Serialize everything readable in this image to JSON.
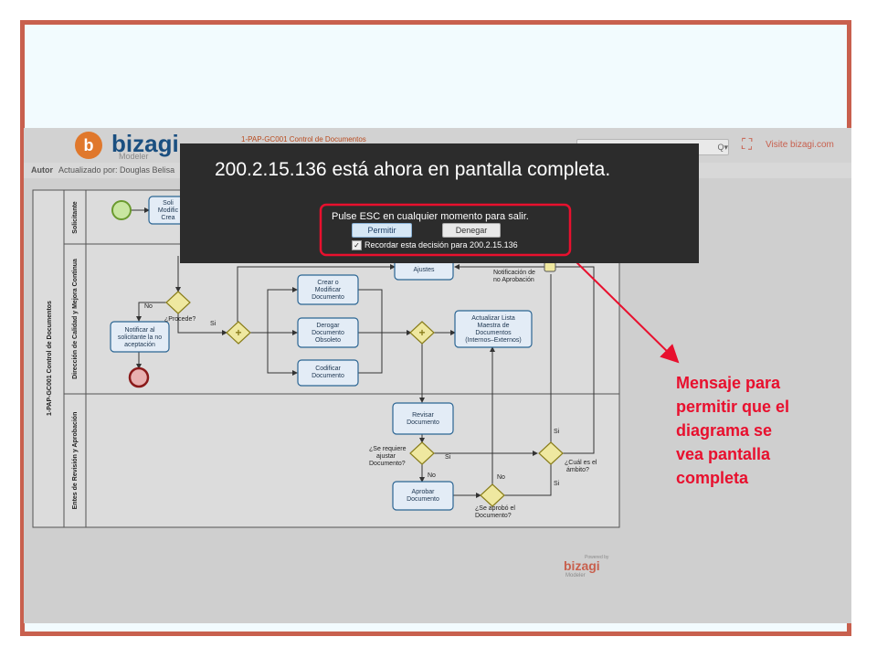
{
  "browser": {
    "logo": {
      "name": "bizagi",
      "subtitle": "Modeler"
    },
    "tab_title": "1-PAP-GC001 Control de Documentos",
    "search_text": "Q▾",
    "visit_link": "Visite bizagi.com",
    "info_label": "Autor",
    "info_text": "Actualizado por: Douglas Belisa"
  },
  "fullscreen_dialog": {
    "title": "200.2.15.136 está ahora en pantalla completa.",
    "message": "Pulse ESC en cualquier momento para salir.",
    "allow_button": "Permitir",
    "deny_button": "Denegar",
    "remember_checked": true,
    "remember_label": "Recordar esta decisión para 200.2.15.136"
  },
  "diagram": {
    "pool_title": "1-PAP-GC001 Control de Documentos",
    "lanes": [
      "Solicitante",
      "Dirección de Calidad y Mejora Continua",
      "Entes de Revisión y Aprobación"
    ],
    "tasks": {
      "solicitar": [
        "Soli",
        "Modific",
        "Crea"
      ],
      "ajustes": [
        "Ajustes"
      ],
      "crear": [
        "Crear o",
        "Modificar",
        "Documento"
      ],
      "derogar": [
        "Derogar",
        "Documento",
        "Obsoleto"
      ],
      "codificar": [
        "Codificar",
        "Documento"
      ],
      "notificar": [
        "Notificar al",
        "solicitante la no",
        "aceptación"
      ],
      "actualizar": [
        "Actualizar Lista",
        "Maestra de",
        "Documentos",
        "(Internos–Externos)"
      ],
      "revisar": [
        "Revisar",
        "Documento"
      ],
      "aprobar": [
        "Aprobar",
        "Documento"
      ]
    },
    "labels": {
      "procede": "¿Procede?",
      "no": "No",
      "si": "Si",
      "requiere": [
        "¿Se requiere",
        "ajustar",
        "Documento?"
      ],
      "aprobo": [
        "¿Se aprobó el",
        "Documento?"
      ],
      "ambito": [
        "¿Cuál es el",
        "ámbito?"
      ],
      "notif_no": [
        "Notificación de",
        "no Aprobación"
      ]
    },
    "footer_logo": {
      "powered": "Powered by",
      "name": "bizagi",
      "sub": "Modeler"
    }
  },
  "annotation": {
    "text": [
      "Mensaje para",
      "permitir que el",
      "diagrama se",
      "vea pantalla",
      "completa"
    ],
    "color": "#e8102e"
  },
  "colors": {
    "frame": "#c8604e",
    "dialog_bg": "#2c2c2c",
    "highlight": "#e8102e",
    "task_stroke": "#2b6593"
  }
}
